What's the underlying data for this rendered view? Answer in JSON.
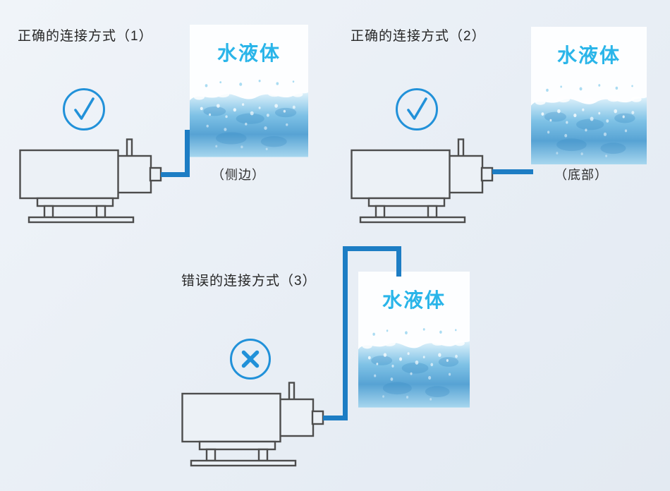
{
  "page": {
    "background": "#e8eef5"
  },
  "colors": {
    "accent_blue": "#2191d9",
    "pipe_blue": "#1d7dc4",
    "tank_label_cyan": "#2ab5e9",
    "title_text": "#262626",
    "pump_outline": "#4d4d4d",
    "tank_background": "#fdfeff"
  },
  "icons": {
    "check": "check-circle-icon",
    "cross": "cross-circle-icon"
  },
  "sections": [
    {
      "title": "正确的连接方式（1）",
      "mark": "check",
      "tank_label": "水液体",
      "caption": "（侧边）",
      "connection_point": "side"
    },
    {
      "title": "正确的连接方式（2）",
      "mark": "check",
      "tank_label": "水液体",
      "caption": "（底部）",
      "connection_point": "bottom"
    },
    {
      "title": "错误的连接方式（3）",
      "mark": "cross",
      "tank_label": "水液体",
      "caption": "",
      "connection_point": "top-over"
    }
  ]
}
